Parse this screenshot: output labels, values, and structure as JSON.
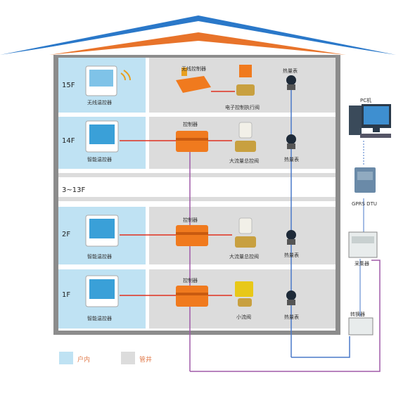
{
  "colors": {
    "roof_blue": "#2a78c9",
    "roof_orange": "#e8732a",
    "wall_gray": "#8c8c8c",
    "indoor_blue": "#bfe2f3",
    "public_gray": "#dcdcdc",
    "device_orange": "#f07a1e",
    "link_red": "#e0301e",
    "bus_purple": "#a05aa8",
    "bus_blue": "#4a78c8"
  },
  "floors": [
    {
      "label": "15F",
      "thermostat_label": "无线温控器",
      "controller_label": "无线控制器",
      "valve_label": "电子控制执行阀",
      "meter_label": "热量表"
    },
    {
      "label": "14F",
      "thermostat_label": "智能温控器",
      "controller_label": "控制器",
      "valve_label": "大流量总控阀",
      "meter_label": "热量表"
    },
    {
      "label": "3~13F"
    },
    {
      "label": "2F",
      "thermostat_label": "智能温控器",
      "controller_label": "控制器",
      "valve_label": "大流量总控阀",
      "meter_label": "热量表"
    },
    {
      "label": "1F",
      "thermostat_label": "智能温控器",
      "controller_label": "控制器",
      "valve_label": "小流阀",
      "meter_label": "热量表"
    }
  ],
  "side": {
    "pc_label": "PC机",
    "gprs_label": "GPRS DTU",
    "collector_label": "采集器",
    "converter_label": "转换器"
  },
  "legend": [
    {
      "label": "户内",
      "color": "#bfe2f3"
    },
    {
      "label": "管井",
      "color": "#dcdcdc"
    }
  ],
  "icons": {
    "thermostat_icon": "thermostat-icon",
    "wifi_icon": "wifi-icon",
    "valve_icon": "valve-icon",
    "meter_icon": "heat-meter-icon",
    "controller_icon": "controller-icon",
    "pc_icon": "pc-icon",
    "gprs_icon": "gprs-modem-icon"
  }
}
